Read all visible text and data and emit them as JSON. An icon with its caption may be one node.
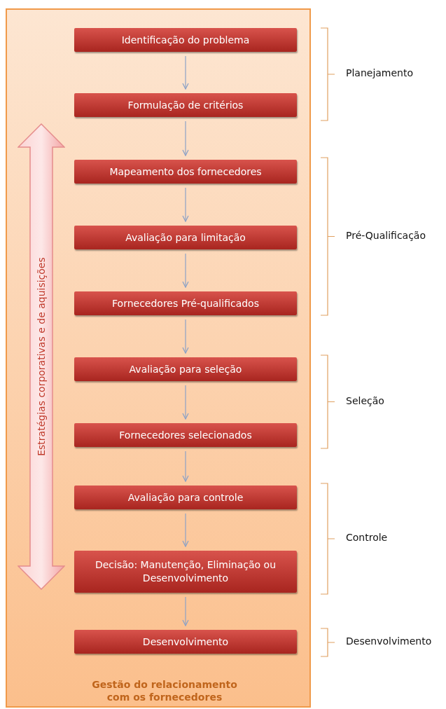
{
  "diagram": {
    "nodes": [
      {
        "text": [
          "Gestão do relacionamento com os fornecedores"
        ]
      },
      {
        "text": [
          "Identificação do problema"
        ],
        "in": 0
      },
      {
        "text": [
          "Formulação de critérios"
        ],
        "in": 0
      },
      {
        "text": [
          "Mapeamento dos fornecedores"
        ],
        "in": 0
      },
      {
        "text": [
          "Avaliação para limitação"
        ],
        "in": 0
      },
      {
        "text": [
          "Fornecedores Pré-qualificados"
        ],
        "in": 0
      },
      {
        "text": [
          "Avaliação para seleção"
        ],
        "in": 0
      },
      {
        "text": [
          "Fornecedores selecionados"
        ],
        "in": 0
      },
      {
        "text": [
          "Avaliação para controle"
        ],
        "in": 0
      },
      {
        "text": [
          "Decisão: Manutenção, Eliminação ou Desenvolvimento"
        ],
        "in": 0
      },
      {
        "text": [
          "Desenvolvimento"
        ],
        "in": 0
      },
      {
        "text": [
          "Estratégias corporativas e de aquisições"
        ],
        "in": 0
      }
    ],
    "edges": [
      {
        "from": 1,
        "to": 2,
        "arrow": "to"
      },
      {
        "from": 2,
        "to": 3,
        "arrow": "to"
      },
      {
        "from": 3,
        "to": 4,
        "arrow": "to"
      },
      {
        "from": 4,
        "to": 5,
        "arrow": "to"
      },
      {
        "from": 5,
        "to": 6,
        "arrow": "to"
      },
      {
        "from": 6,
        "to": 7,
        "arrow": "to"
      },
      {
        "from": 7,
        "to": 8,
        "arrow": "to"
      },
      {
        "from": 8,
        "to": 9,
        "arrow": "to"
      },
      {
        "from": 9,
        "to": 10,
        "arrow": "to"
      }
    ],
    "labels": [
      "Planejamento",
      "Pré-Qualificação",
      "Seleção",
      "Controle",
      "Desenvolvimento"
    ]
  }
}
